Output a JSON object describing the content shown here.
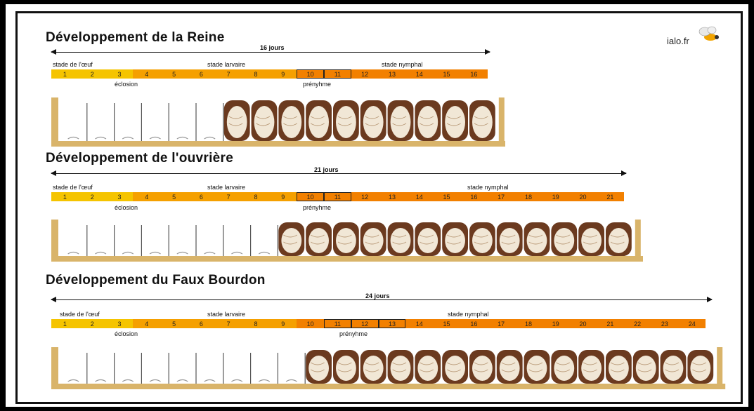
{
  "logo": "ialo.fr",
  "sections": [
    {
      "title": "Développement de la Reine",
      "duration": "16 jours",
      "stages": [
        "stade de l'œuf",
        "stade larvaire",
        "stade nymphal"
      ],
      "days": [
        "1",
        "2",
        "3",
        "4",
        "5",
        "6",
        "7",
        "8",
        "9",
        "10",
        "11",
        "12",
        "13",
        "14",
        "15",
        "16"
      ],
      "events": [
        "éclosion",
        "prényhme"
      ],
      "boxed_days": [
        "10",
        "11"
      ]
    },
    {
      "title": "Développement de l'ouvrière",
      "duration": "21 jours",
      "stages": [
        "stade de l'œuf",
        "stade larvaire",
        "stade nymphal"
      ],
      "days": [
        "1",
        "2",
        "3",
        "4",
        "5",
        "6",
        "7",
        "8",
        "9",
        "10",
        "11",
        "12",
        "13",
        "14",
        "15",
        "16",
        "17",
        "18",
        "19",
        "20",
        "21"
      ],
      "events": [
        "éclosion",
        "prényhme"
      ],
      "boxed_days": [
        "10",
        "11"
      ]
    },
    {
      "title": "Développement du Faux Bourdon",
      "duration": "24 jours",
      "stages": [
        "stade de l'œuf",
        "stade larvaire",
        "stade nymphal"
      ],
      "days": [
        "1",
        "2",
        "3",
        "4",
        "5",
        "6",
        "7",
        "8",
        "9",
        "10",
        "11",
        "12",
        "13",
        "14",
        "15",
        "16",
        "17",
        "18",
        "19",
        "20",
        "21",
        "22",
        "23",
        "24"
      ],
      "events": [
        "éclosion",
        "prényhme"
      ],
      "boxed_days": [
        "11",
        "12",
        "13"
      ]
    }
  ],
  "colors": {
    "egg_days": "#f5c400",
    "larva_days": "#f5a000",
    "pupa_days": "#f28000",
    "comb_wax": "#d9b46a",
    "capped_cell": "#6b3a1f",
    "brood": "#f1e7d6"
  }
}
